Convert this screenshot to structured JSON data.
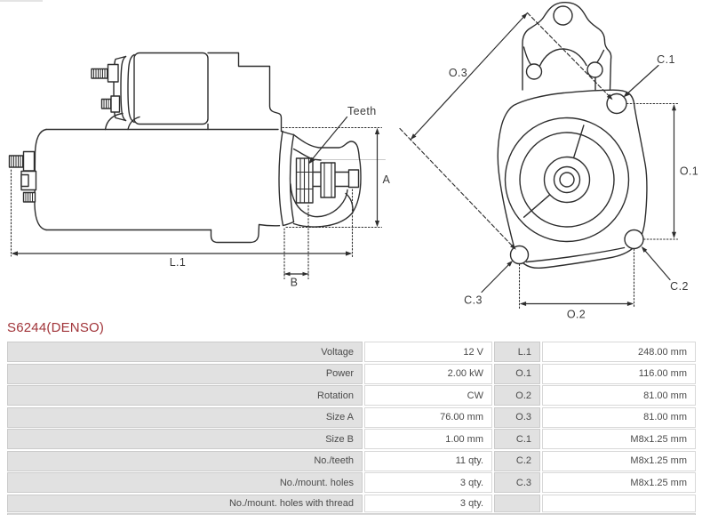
{
  "title": "S6244(DENSO)",
  "drawing": {
    "side_view": {
      "teeth_label": "Teeth",
      "dim_a": "A",
      "dim_b": "B",
      "dim_l1": "L.1"
    },
    "front_view": {
      "dim_o3": "O.3",
      "dim_o1": "O.1",
      "dim_o2": "O.2",
      "dim_c1": "C.1",
      "dim_c2": "C.2",
      "dim_c3": "C.3"
    }
  },
  "table": {
    "rows": [
      {
        "label": "Voltage",
        "value": "12 V",
        "label2": "L.1",
        "value2": "248.00 mm"
      },
      {
        "label": "Power",
        "value": "2.00 kW",
        "label2": "O.1",
        "value2": "116.00 mm"
      },
      {
        "label": "Rotation",
        "value": "CW",
        "label2": "O.2",
        "value2": "81.00 mm"
      },
      {
        "label": "Size A",
        "value": "76.00 mm",
        "label2": "O.3",
        "value2": "81.00 mm"
      },
      {
        "label": "Size B",
        "value": "1.00 mm",
        "label2": "C.1",
        "value2": "M8x1.25 mm"
      },
      {
        "label": "No./teeth",
        "value": "11 qty.",
        "label2": "C.2",
        "value2": "M8x1.25 mm"
      },
      {
        "label": "No./mount. holes",
        "value": "3 qty.",
        "label2": "C.3",
        "value2": "M8x1.25 mm"
      },
      {
        "label": "No./mount. holes with thread",
        "value": "3 qty.",
        "label2": "",
        "value2": ""
      }
    ]
  },
  "colors": {
    "accent_red": "#A13439",
    "drawing_line": "#2e2e2e",
    "table_label_bg": "#e1e1e1",
    "table_label_border": "#cbcbcb",
    "table_value_border": "#d8d8d8",
    "table_text": "#4a4a4a"
  }
}
